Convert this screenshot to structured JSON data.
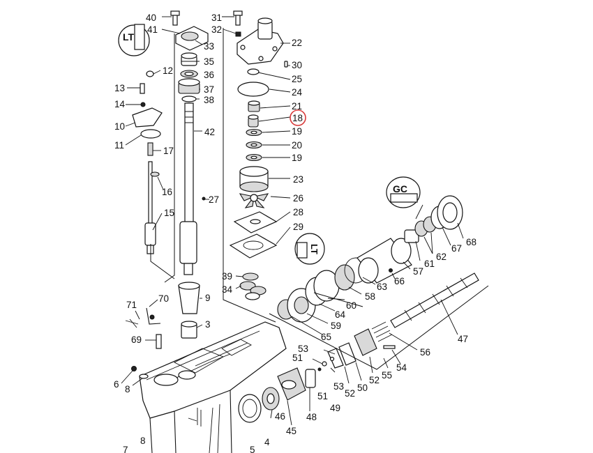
{
  "highlight": {
    "label": "18",
    "color": "#d83a3a"
  },
  "badges": {
    "lt": "LT",
    "gc": "GC"
  },
  "labels": [
    {
      "id": "l40",
      "text": "40"
    },
    {
      "id": "l41",
      "text": "41"
    },
    {
      "id": "l33",
      "text": "33"
    },
    {
      "id": "l35",
      "text": "35"
    },
    {
      "id": "l36",
      "text": "36"
    },
    {
      "id": "l37",
      "text": "37"
    },
    {
      "id": "l38",
      "text": "38"
    },
    {
      "id": "l42",
      "text": "42"
    },
    {
      "id": "l27",
      "text": "27"
    },
    {
      "id": "l12",
      "text": "12"
    },
    {
      "id": "l13",
      "text": "13"
    },
    {
      "id": "l14",
      "text": "14"
    },
    {
      "id": "l10",
      "text": "10"
    },
    {
      "id": "l11",
      "text": "11"
    },
    {
      "id": "l17",
      "text": "17"
    },
    {
      "id": "l16",
      "text": "16"
    },
    {
      "id": "l15",
      "text": "15"
    },
    {
      "id": "l31",
      "text": "31"
    },
    {
      "id": "l32",
      "text": "32"
    },
    {
      "id": "l22",
      "text": "22"
    },
    {
      "id": "l30",
      "text": "30"
    },
    {
      "id": "l25",
      "text": "25"
    },
    {
      "id": "l24",
      "text": "24"
    },
    {
      "id": "l21",
      "text": "21"
    },
    {
      "id": "l18",
      "text": "18"
    },
    {
      "id": "l19a",
      "text": "19"
    },
    {
      "id": "l20",
      "text": "20"
    },
    {
      "id": "l19b",
      "text": "19"
    },
    {
      "id": "l23",
      "text": "23"
    },
    {
      "id": "l26",
      "text": "26"
    },
    {
      "id": "l28",
      "text": "28"
    },
    {
      "id": "l29",
      "text": "29"
    },
    {
      "id": "l39",
      "text": "39"
    },
    {
      "id": "l34",
      "text": "34"
    },
    {
      "id": "l9",
      "text": "9"
    },
    {
      "id": "l3",
      "text": "3"
    },
    {
      "id": "l71",
      "text": "71"
    },
    {
      "id": "l70",
      "text": "70"
    },
    {
      "id": "l69",
      "text": "69"
    },
    {
      "id": "l6",
      "text": "6"
    },
    {
      "id": "l8a",
      "text": "8"
    },
    {
      "id": "l7",
      "text": "7"
    },
    {
      "id": "l8b",
      "text": "8"
    },
    {
      "id": "l5",
      "text": "5"
    },
    {
      "id": "l4",
      "text": "4"
    },
    {
      "id": "l46",
      "text": "46"
    },
    {
      "id": "l45",
      "text": "45"
    },
    {
      "id": "l48",
      "text": "48"
    },
    {
      "id": "l49",
      "text": "49"
    },
    {
      "id": "l51a",
      "text": "51"
    },
    {
      "id": "l51b",
      "text": "51"
    },
    {
      "id": "l53a",
      "text": "53"
    },
    {
      "id": "l53b",
      "text": "53"
    },
    {
      "id": "l52a",
      "text": "52"
    },
    {
      "id": "l52b",
      "text": "52"
    },
    {
      "id": "l50",
      "text": "50"
    },
    {
      "id": "l55",
      "text": "55"
    },
    {
      "id": "l54",
      "text": "54"
    },
    {
      "id": "l56",
      "text": "56"
    },
    {
      "id": "l47",
      "text": "47"
    },
    {
      "id": "l65",
      "text": "65"
    },
    {
      "id": "l59",
      "text": "59"
    },
    {
      "id": "l64",
      "text": "64"
    },
    {
      "id": "l60",
      "text": "60"
    },
    {
      "id": "l58",
      "text": "58"
    },
    {
      "id": "l63",
      "text": "63"
    },
    {
      "id": "l66",
      "text": "66"
    },
    {
      "id": "l57",
      "text": "57"
    },
    {
      "id": "l61",
      "text": "61"
    },
    {
      "id": "l62",
      "text": "62"
    },
    {
      "id": "l67",
      "text": "67"
    },
    {
      "id": "l68",
      "text": "68"
    }
  ]
}
